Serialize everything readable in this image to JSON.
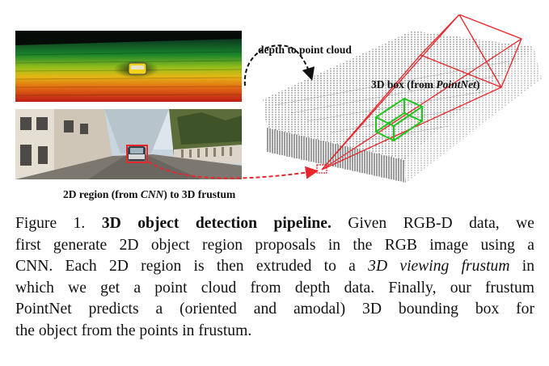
{
  "figure": {
    "label_depth_to_pc": "depth to point cloud",
    "label_3d_box_prefix": "3D box (from ",
    "label_3d_box_emph": "PointNet",
    "label_3d_box_suffix": ")",
    "label_2d_region_prefix": "2D region (from ",
    "label_2d_region_emph": "CNN",
    "label_2d_region_suffix": ") to 3D frustum",
    "colors": {
      "frustum": "#e8262b",
      "box3d": "#22c51e",
      "depth_near": "#d42a1a",
      "depth_far": "#1a8a2e"
    }
  },
  "caption": {
    "figure_number": "Figure 1.",
    "title": "3D object detection pipeline.",
    "line1_rest": "Given RGB-D data, we",
    "line2": "first generate 2D object region proposals in the RGB image using a",
    "line3_a": "CNN. Each 2D region is then extruded to a",
    "line3_emph": "3D viewing frustum",
    "line3_b": "in",
    "line4": "which we get a point cloud from depth data. Finally, our frustum",
    "line5": "PointNet predicts a (oriented and amodal) 3D bounding box for",
    "line6": "the object from the points in frustum."
  }
}
